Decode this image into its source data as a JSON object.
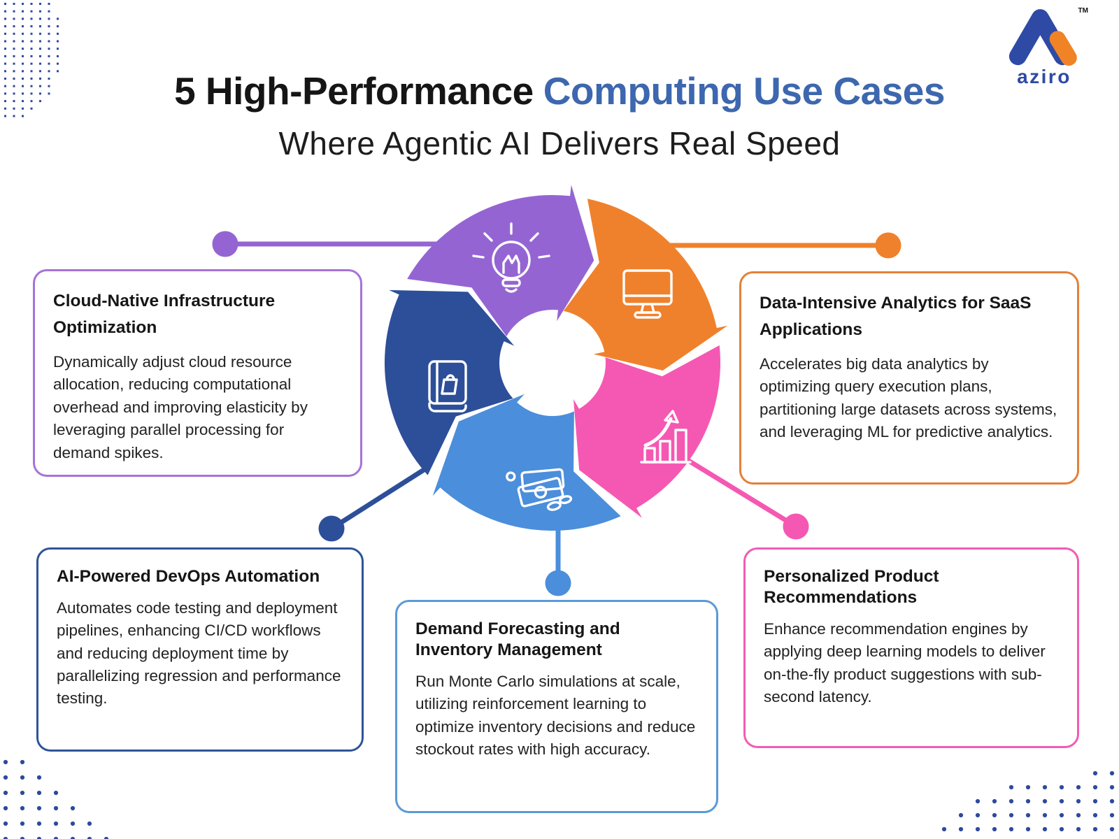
{
  "title": {
    "part1": "5 High-Performance",
    "part2": "Computing Use Cases",
    "subtitle": "Where Agentic AI Delivers Real Speed"
  },
  "logo": {
    "brand": "aziro",
    "trademark": "TM"
  },
  "colors": {
    "purple": "#9465d2",
    "orange": "#f0812c",
    "pink": "#f558b2",
    "light_blue": "#4b8edb",
    "dark_blue": "#2d4f99",
    "title_blue": "#3d67ae",
    "card_purple": "#a673d8",
    "card_orange": "#e3813a",
    "card_dark_blue": "#2e5597",
    "card_light_blue": "#5b9ad7",
    "card_pink": "#f25cb0",
    "corner_dots": "#2e4a9e",
    "logo_blue": "#2e4aa5",
    "logo_orange": "#f08326",
    "text": "#1c1c1c"
  },
  "wheel": {
    "segments": [
      {
        "name": "idea",
        "icon": "lightbulb-icon",
        "color_key": "purple"
      },
      {
        "name": "workstation",
        "icon": "monitor-icon",
        "color_key": "orange"
      },
      {
        "name": "growth",
        "icon": "growth-chart-icon",
        "color_key": "pink"
      },
      {
        "name": "finance",
        "icon": "money-icon",
        "color_key": "light_blue"
      },
      {
        "name": "commerce",
        "icon": "book-icon",
        "color_key": "dark_blue"
      }
    ]
  },
  "cards": [
    {
      "id": "cloud-native",
      "accent": "card_purple",
      "title": "Cloud-Native Infrastructure Optimization",
      "body": "Dynamically adjust cloud resource allocation, reducing computational overhead and improving elasticity by leveraging parallel processing for demand spikes."
    },
    {
      "id": "data-analytics",
      "accent": "card_orange",
      "title": "Data-Intensive Analytics for SaaS Applications",
      "body": "Accelerates big data analytics by optimizing query execution plans, partitioning large datasets across systems, and leveraging ML for predictive analytics."
    },
    {
      "id": "devops",
      "accent": "card_dark_blue",
      "title": "AI-Powered DevOps Automation",
      "body": "Automates code testing and deployment pipelines, enhancing CI/CD workflows and reducing deployment time by parallelizing regression and performance testing."
    },
    {
      "id": "forecasting",
      "accent": "card_light_blue",
      "title": "Demand Forecasting and Inventory Management",
      "body": "Run Monte Carlo simulations at scale, utilizing reinforcement learning to optimize inventory decisions and reduce stockout rates with high accuracy."
    },
    {
      "id": "recommendations",
      "accent": "card_pink",
      "title": "Personalized Product Recommendations",
      "body": "Enhance recommendation engines by applying deep learning models to deliver on-the-fly product suggestions with sub-second latency."
    }
  ]
}
